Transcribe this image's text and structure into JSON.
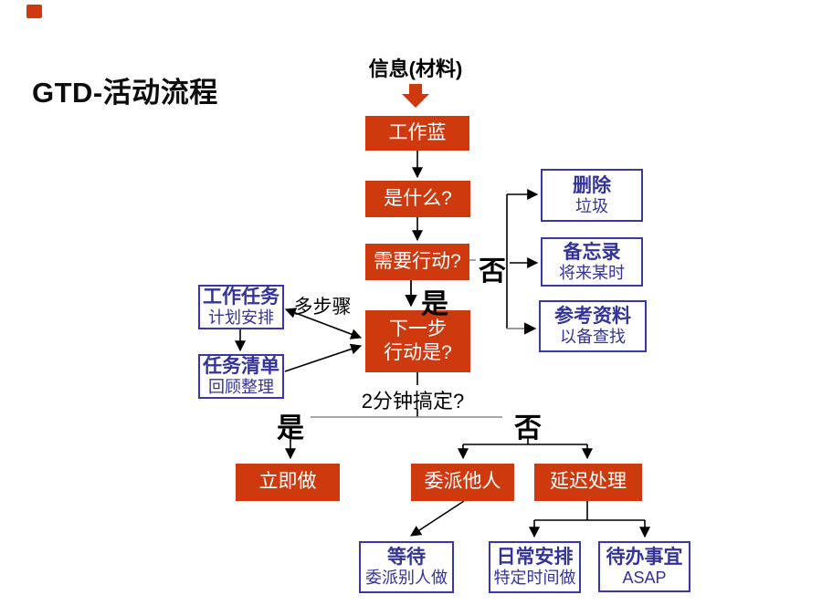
{
  "slide": {
    "title": "GTD-活动流程",
    "source_label": "信息(材料)"
  },
  "colors": {
    "accent-red": "#CE390E",
    "navy": "#333399",
    "navy-border": "#3939A3",
    "line-gray": "#8C8C8C"
  },
  "nodes": {
    "inbox": "工作蓝",
    "what_is_it": "是什么?",
    "need_action": "需要行动?",
    "next_action": [
      "下一步",
      "行动是?"
    ],
    "do_now": "立即做",
    "delegate": "委派他人",
    "defer": "延迟处理"
  },
  "side_nodes": {
    "delete": {
      "title": "删除",
      "subtitle": "垃圾"
    },
    "memo": {
      "title": "备忘录",
      "subtitle": "将来某时"
    },
    "reference": {
      "title": "参考资料",
      "subtitle": "以备查找"
    },
    "work_task": {
      "title": "工作任务",
      "subtitle": "计划安排"
    },
    "task_list": {
      "title": "任务清单",
      "subtitle": "回顾整理"
    },
    "waiting": {
      "title": "等待",
      "subtitle": "委派别人做"
    },
    "schedule": {
      "title": "日常安排",
      "subtitle": "特定时间做"
    },
    "todo": {
      "title": "待办事宜",
      "subtitle": "ASAP"
    }
  },
  "labels": {
    "no_action": "否",
    "yes_action": "是",
    "multi_step": "多步骤",
    "two_minutes": "2分钟搞定?",
    "yes_branch": "是",
    "no_branch": "否"
  }
}
